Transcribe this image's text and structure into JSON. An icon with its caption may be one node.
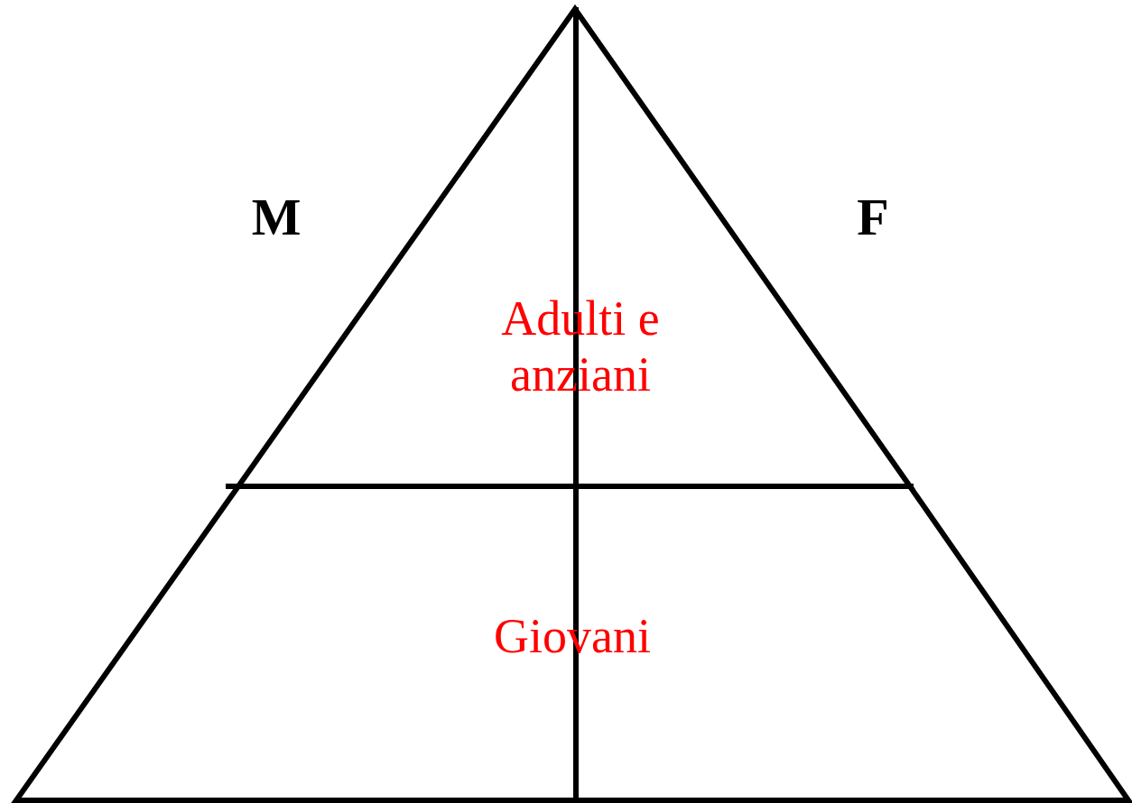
{
  "diagram": {
    "nodes": [
      {
        "text": [
          "Adulti e anziani"
        ]
      },
      {
        "text": [
          "Giovani"
        ]
      }
    ],
    "labels": [
      "M",
      "F"
    ]
  }
}
